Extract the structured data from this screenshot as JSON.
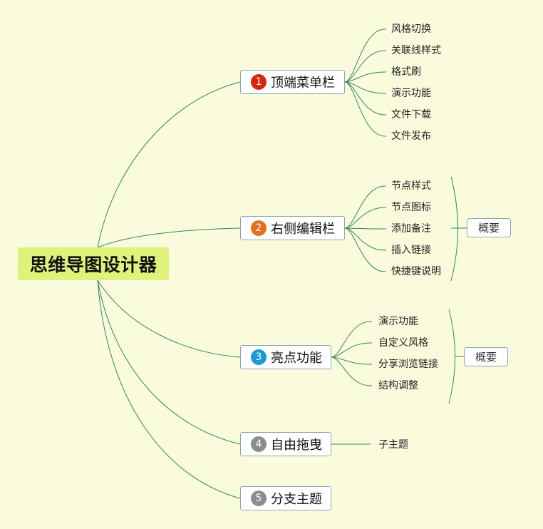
{
  "root": {
    "label": "思维导图设计器"
  },
  "branches": [
    {
      "number": "1",
      "label": "顶端菜单栏",
      "badge_color": "#d8260f",
      "children": [
        "风格切换",
        "关联线样式",
        "格式刷",
        "演示功能",
        "文件下载",
        "文件发布"
      ]
    },
    {
      "number": "2",
      "label": "右侧编辑栏",
      "badge_color": "#e4701c",
      "children": [
        "节点样式",
        "节点图标",
        "添加备注",
        "插入链接",
        "快捷键说明"
      ],
      "summary": "概要"
    },
    {
      "number": "3",
      "label": "亮点功能",
      "badge_color": "#1a9ad9",
      "children": [
        "演示功能",
        "自定义风格",
        "分享浏览链接",
        "结构调整"
      ],
      "summary": "概要"
    },
    {
      "number": "4",
      "label": "自由拖曳",
      "badge_color": "#8c8c8c",
      "children": [
        "子主题"
      ]
    },
    {
      "number": "5",
      "label": "分支主题",
      "badge_color": "#8c8c8c",
      "children": []
    }
  ],
  "colors": {
    "background": "#fafbdc",
    "root_fill": "#dff27a",
    "line": "#2e8a5a",
    "node_border": "#8ca5b6"
  }
}
